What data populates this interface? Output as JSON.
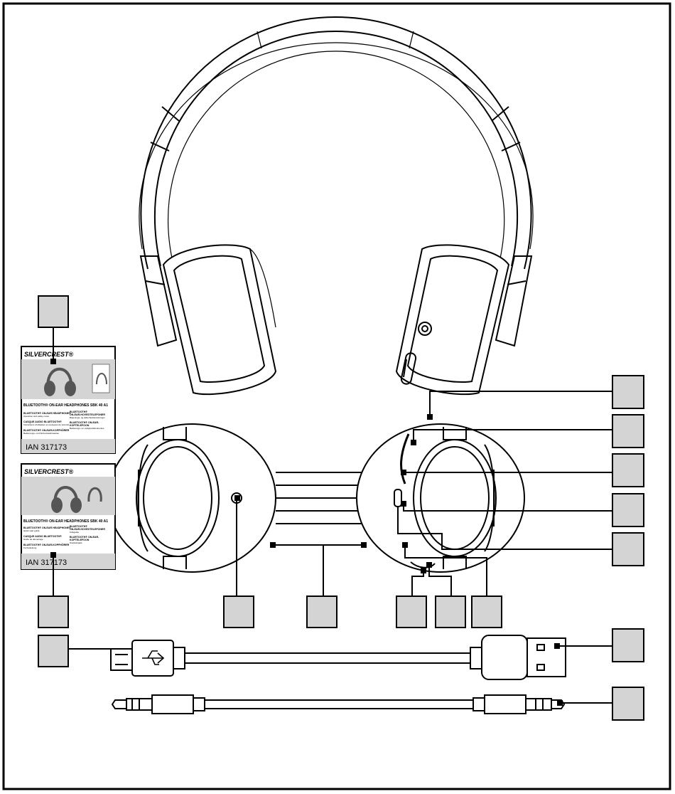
{
  "diagram": {
    "stroke_color": "#000000",
    "fill_gray": "#d4d4d4",
    "callout_boxes": [
      "",
      "",
      "",
      "",
      "",
      "",
      "",
      "",
      "",
      "",
      "",
      "",
      "",
      ""
    ]
  },
  "manual_top": {
    "brand": "SILVERCREST®",
    "product_line": "BLUETOOTH® ON-EAR HEADPHONES  SBK 40 A1",
    "col1": [
      "BLUETOOTH® ON-EAR HEADPHONES",
      "Operation and safety notes",
      "CASQUE AUDIO BLUETOOTH®",
      "Instructions d'utilisation et consignes de sécurité",
      "BLUETOOTH® ON-EAR-KOPFHÖRER",
      "Bedienungs- und Sicherheitshinweise"
    ],
    "col2": [
      "BLUETOOTH®",
      "ON-EAR-HOVEDTELEFONER",
      "Betjenings- og sikkerhedsanvisninger",
      "BLUETOOTH® ON-EAR-",
      "KOPTELEFOON",
      "Bedienings- en veiligheidsinstructies"
    ],
    "ian": "IAN 317173"
  },
  "manual_bottom": {
    "brand": "SILVERCREST®",
    "product_line": "BLUETOOTH® ON-EAR HEADPHONES  SBK 40 A1",
    "col1": [
      "BLUETOOTH® ON-EAR HEADPHONES",
      "Quick start guide",
      "CASQUE AUDIO BLUETOOTH®",
      "Guide de démarrage",
      "BLUETOOTH® ON-EAR-KOPFHÖRER",
      "Kurzanleitung"
    ],
    "col2": [
      "BLUETOOTH®",
      "ON-EAR-HOVEDTELEFONER",
      "Kvikguide",
      "BLUETOOTH® ON-EAR-",
      "KOPTELEFOON",
      "Snelstartgids"
    ],
    "ian": "IAN 317173"
  }
}
